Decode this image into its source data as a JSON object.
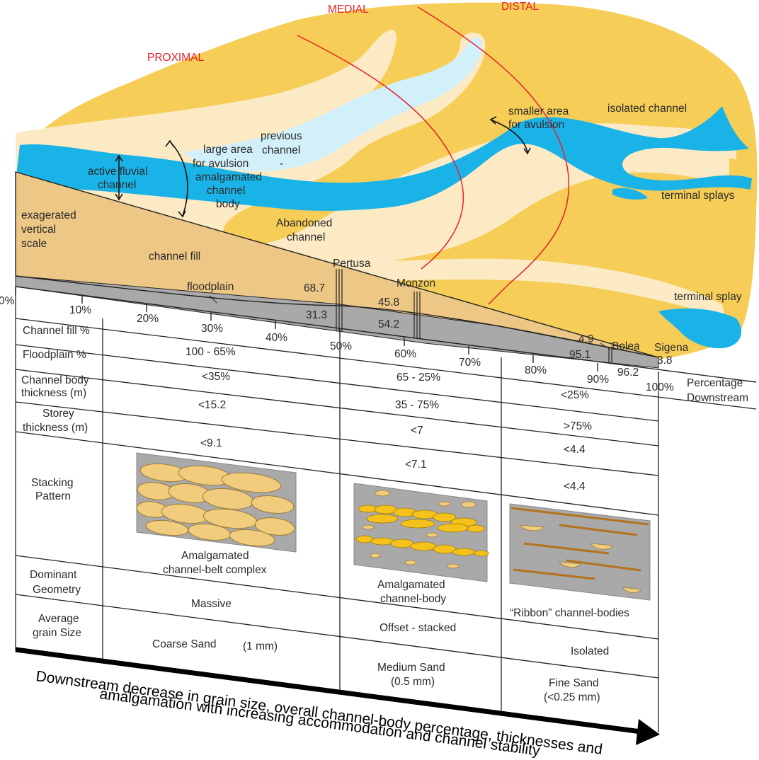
{
  "zones": {
    "proximal": "PROXIMAL",
    "medial": "MEDIAL",
    "distal": "DISTAL"
  },
  "map_labels": {
    "active_channel": [
      "active fluvial",
      "channel"
    ],
    "large_avulsion": [
      "large area",
      "for avulsion",
      "amalgamated",
      "channel",
      "body"
    ],
    "previous_channel": [
      "previous",
      "channel",
      "-"
    ],
    "abandoned_channel": [
      "Abandoned",
      "channel"
    ],
    "smaller_avulsion": [
      "smaller area",
      "for avulsion"
    ],
    "isolated_channel": "isolated channel",
    "terminal_splays": "terminal splays",
    "terminal_splay": "terminal splay",
    "vertical_scale": [
      "exagerated",
      "vertical",
      "scale"
    ],
    "channel_fill": "channel fill",
    "floodplain": "floodplain"
  },
  "localities": {
    "pertusa": {
      "name": "Pertusa",
      "channel_fill": "68.7",
      "floodplain": "31.3"
    },
    "monzon": {
      "name": "Monzon",
      "channel_fill": "45.8",
      "floodplain": "54.2"
    },
    "bolea": {
      "name": "Bolea",
      "channel_fill": "4.9",
      "floodplain": "95.1"
    },
    "sigena": {
      "name": "Sigena",
      "channel_fill": "3.8",
      "floodplain": "96.2"
    }
  },
  "axis": {
    "ticks": [
      "0%",
      "10%",
      "20%",
      "30%",
      "40%",
      "50%",
      "60%",
      "70%",
      "80%",
      "90%",
      "100%"
    ],
    "label": [
      "Percentage",
      "Downstream"
    ]
  },
  "table": {
    "row_labels": {
      "channel_fill": "Channel fill %",
      "floodplain": "Floodplain %",
      "channel_body_thickness": [
        "Channel body",
        "thickness (m)"
      ],
      "storey_thickness": [
        "Storey",
        "thickness (m)"
      ],
      "stacking_pattern": [
        "Stacking",
        "Pattern"
      ],
      "dominant_geometry": [
        "Dominant",
        "Geometry"
      ],
      "average_grain_size": [
        "Average",
        "grain Size"
      ]
    },
    "proximal": {
      "channel_fill": "100 - 65%",
      "floodplain": "<35%",
      "channel_body_thickness": "<15.2",
      "storey_thickness": "<9.1",
      "stacking_caption": [
        "Amalgamated",
        "channel-belt complex"
      ],
      "dominant_geometry": "Massive",
      "grain_size": "Coarse  Sand",
      "grain_size_mm": "(1 mm)"
    },
    "medial": {
      "channel_fill": "65 - 25%",
      "floodplain": "35 - 75%",
      "channel_body_thickness": "<7",
      "storey_thickness": "<7.1",
      "stacking_caption": [
        "Amalgamated",
        "channel-body"
      ],
      "dominant_geometry": "Offset - stacked",
      "grain_size": "Medium Sand",
      "grain_size_mm": "(0.5 mm)"
    },
    "distal": {
      "channel_fill": "<25%",
      "floodplain": ">75%",
      "channel_body_thickness": "<4.4",
      "storey_thickness": "<4.4",
      "stacking_caption": "“Ribbon” channel-bodies",
      "dominant_geometry": "Isolated",
      "grain_size": "Fine Sand",
      "grain_size_mm": "(<0.25 mm)"
    }
  },
  "bottom_caption": [
    "Downstream decrease in grain size, overall channel-body percentage, thicknesses and",
    "amalgamation with increasing accommodation and channel stability"
  ],
  "colors": {
    "fan": "#f5cd57",
    "channel_belt": "#fbeac4",
    "active_channel": "#1ab3e8",
    "abandoned_channel": "#d2f0fa",
    "cross_section_fill": "#edc786",
    "floodplain_grey": "#a9a9a9",
    "zone_lines": "#e8202a",
    "sand_body": "#f1cc7c",
    "yellow_body": "#f4c21a"
  }
}
